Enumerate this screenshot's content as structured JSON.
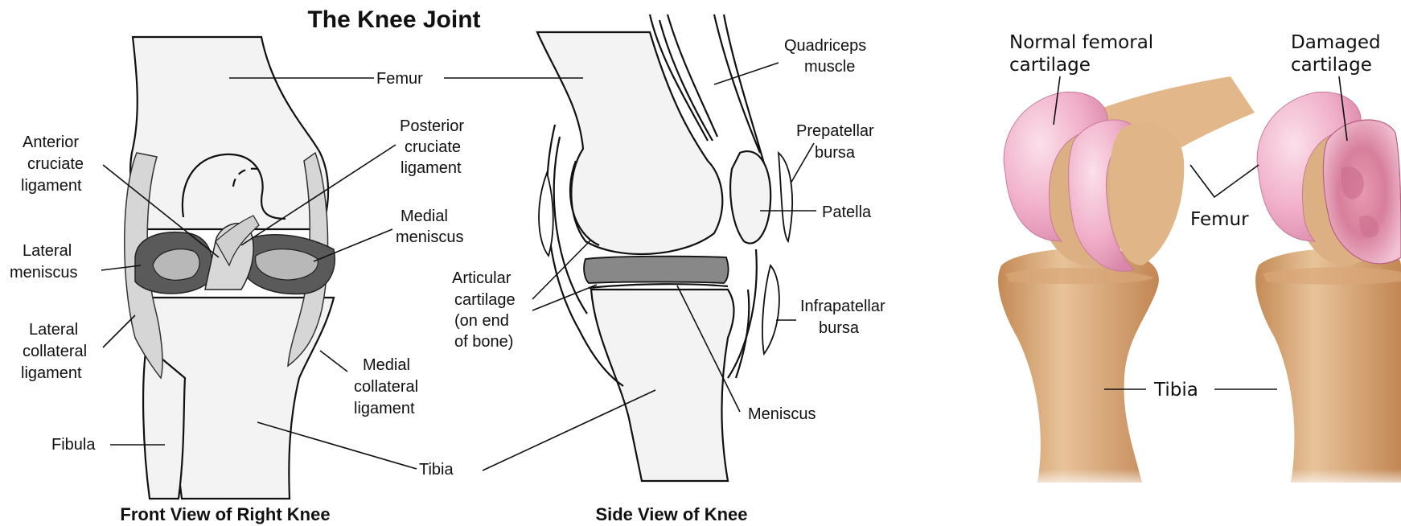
{
  "title": "The Knee Joint",
  "front_view": {
    "caption": "Front View of Right Knee",
    "labels": {
      "femur": "Femur",
      "posterior_cruciate": [
        "Posterior",
        "cruciate",
        "ligament"
      ],
      "anterior_cruciate": [
        "Anterior",
        "cruciate",
        "ligament"
      ],
      "medial_meniscus": [
        "Medial",
        "meniscus"
      ],
      "lateral_meniscus": [
        "Lateral",
        "meniscus"
      ],
      "lateral_collateral": [
        "Lateral",
        "collateral",
        "ligament"
      ],
      "medial_collateral": [
        "Medial",
        "collateral",
        "ligament"
      ],
      "fibula": "Fibula",
      "tibia": "Tibia"
    }
  },
  "side_view": {
    "caption": "Side View of Knee",
    "labels": {
      "quadriceps": [
        "Quadriceps",
        "muscle"
      ],
      "prepatellar": [
        "Prepatellar",
        "bursa"
      ],
      "patella": "Patella",
      "articular": [
        "Articular",
        "cartilage",
        "(on end",
        "of bone)"
      ],
      "infrapatellar": [
        "Infrapatellar",
        "bursa"
      ],
      "meniscus": "Meniscus"
    }
  },
  "cartilage_view": {
    "labels": {
      "normal": [
        "Normal femoral",
        "cartilage"
      ],
      "damaged": [
        "Damaged",
        "cartilage"
      ],
      "femur": "Femur",
      "tibia": "Tibia"
    }
  },
  "colors": {
    "bone_tan": "#e3b98a",
    "bone_shade": "#c9925e",
    "cartilage_pink": "#f0aec8",
    "cartilage_light": "#f8d3e2",
    "damaged_red": "#d97a98",
    "meniscus_dark": "#5a5a5a",
    "meniscus_light": "#b8b8b8"
  }
}
